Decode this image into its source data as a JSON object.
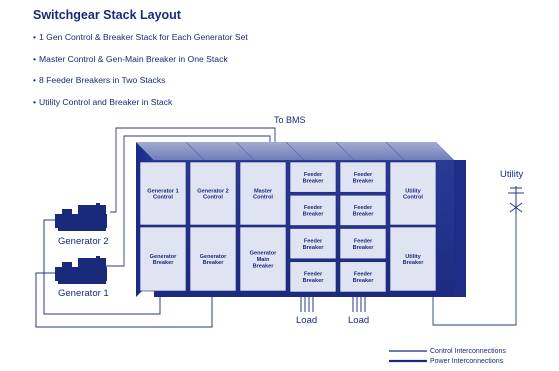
{
  "title": "Switchgear Stack Layout",
  "bullets": [
    "1 Gen Control & Breaker Stack for Each Generator Set",
    "Master Control & Gen-Main Breaker in One Stack",
    "8 Feeder Breakers in Two Stacks",
    "Utility Control and Breaker in Stack"
  ],
  "labels": {
    "to_bms": "To BMS",
    "utility": "Utility",
    "generator_2": "Generator 2",
    "generator_1": "Generator 1",
    "load_1": "Load",
    "load_2": "Load"
  },
  "stacks": [
    {
      "top": [
        "Generator 1",
        "Control"
      ],
      "bottom": [
        "Generator",
        "Breaker"
      ]
    },
    {
      "top": [
        "Generator 2",
        "Control"
      ],
      "bottom": [
        "Generator",
        "Breaker"
      ]
    },
    {
      "top": [
        "Master",
        "Control"
      ],
      "bottom": [
        "Generator",
        "Main",
        "Breaker"
      ]
    },
    {
      "cells": [
        [
          "Feeder",
          "Breaker"
        ],
        [
          "Feeder",
          "Breaker"
        ],
        [
          "Feeder",
          "Breaker"
        ],
        [
          "Feeder",
          "Breaker"
        ]
      ]
    },
    {
      "cells": [
        [
          "Feeder",
          "Breaker"
        ],
        [
          "Feeder",
          "Breaker"
        ],
        [
          "Feeder",
          "Breaker"
        ],
        [
          "Feeder",
          "Breaker"
        ]
      ]
    },
    {
      "top": [
        "Utility",
        "Control"
      ],
      "bottom": [
        "Utility",
        "Breaker"
      ]
    }
  ],
  "legend": {
    "control": "Control Interconnections",
    "power": "Power Interconnections"
  },
  "colors": {
    "navy": "#1a2a7a",
    "front_fill": "#22308c",
    "top_face": "#8a97c4",
    "cell_fill": "#dfe3f2",
    "line": "#2a3a8a"
  }
}
